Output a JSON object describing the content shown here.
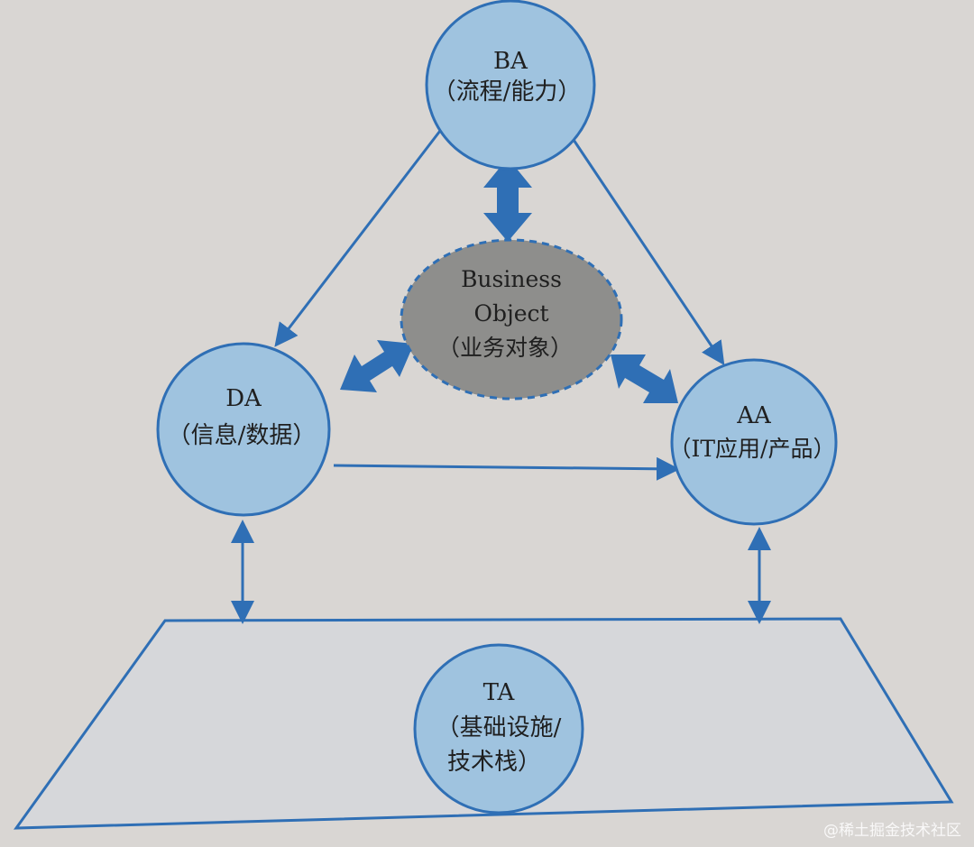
{
  "nodes": {
    "ba": {
      "line1": "BA",
      "line2": "（流程/能力）"
    },
    "bo": {
      "line1": "Business",
      "line2": "Object",
      "line3": "（业务对象）"
    },
    "da": {
      "line1": "DA",
      "line2": "（信息/数据）"
    },
    "aa": {
      "line1": "AA",
      "line2": "（IT应用/产品）"
    },
    "ta": {
      "line1": "TA",
      "line2": "（基础设施/",
      "line3": "技术栈）"
    }
  },
  "colors": {
    "background": "#d9d6d3",
    "circle_fill": "#9fc3df",
    "stroke": "#2f6fb5",
    "business_object_fill": "#8e8e8c",
    "platform_fill": "#d6d7da"
  },
  "watermark": "@稀土掘金技术社区"
}
